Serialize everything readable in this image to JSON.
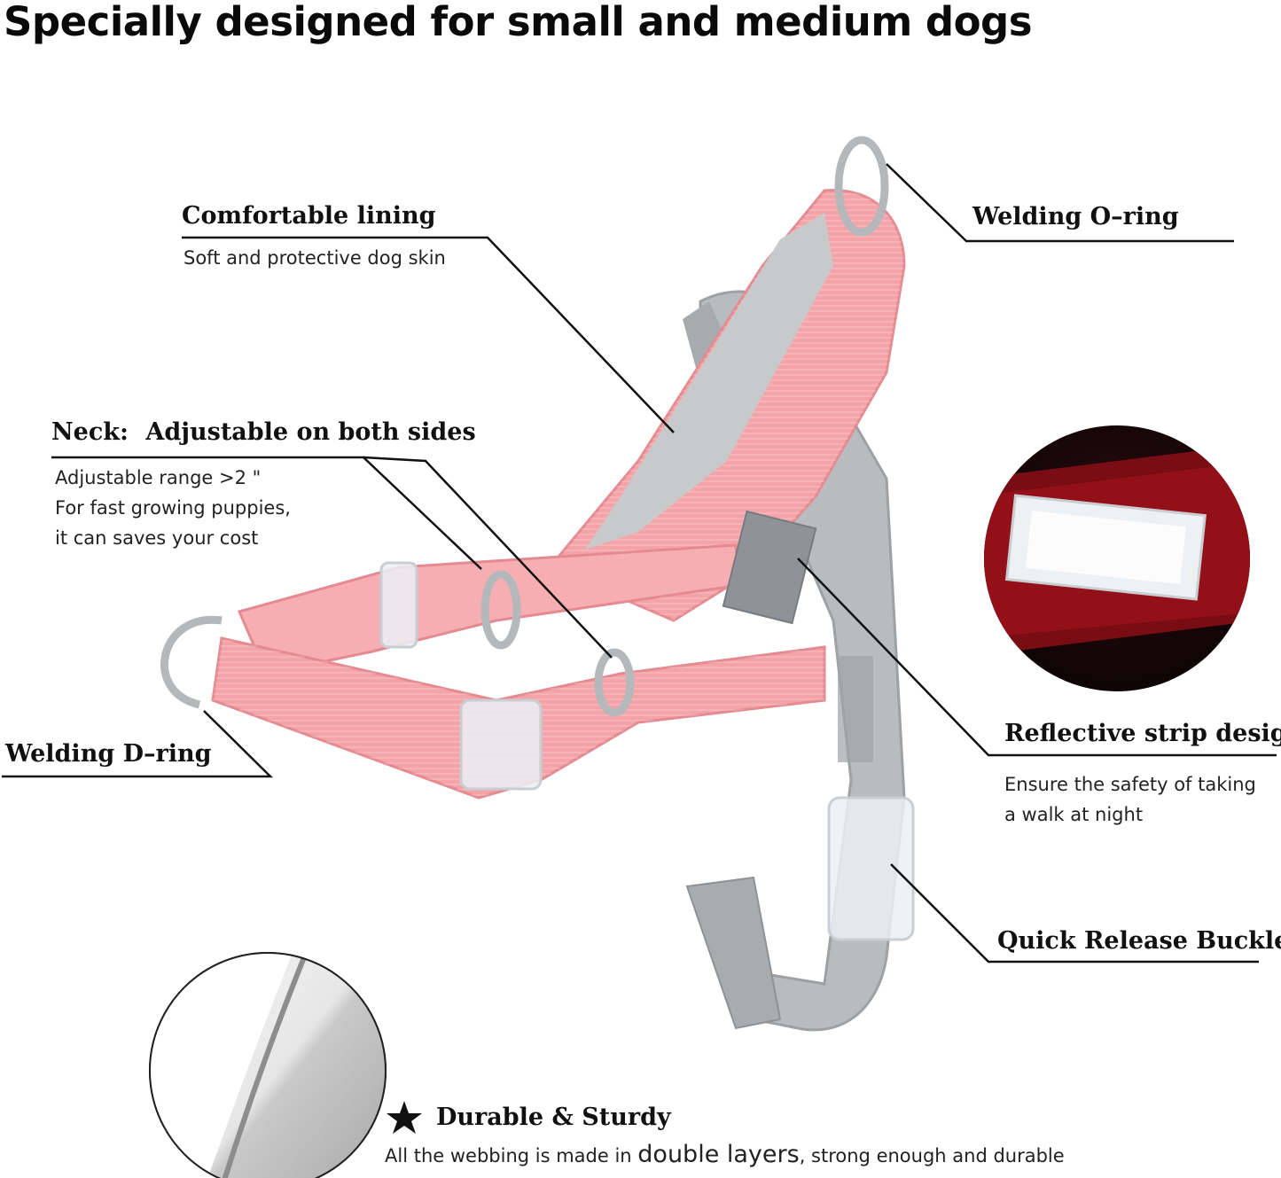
{
  "title": "Specially designed for small and medium dogs",
  "callouts": {
    "lining": {
      "label": "Comfortable lining",
      "desc": "Soft and protective dog skin"
    },
    "oring": {
      "label": "Welding O–ring"
    },
    "neck": {
      "label_key": "Neck:",
      "label": "Adjustable on both sides",
      "desc": [
        "Adjustable range >2 \"",
        "For fast growing puppies,",
        "it can saves your cost"
      ]
    },
    "dring": {
      "label": "Welding D–ring"
    },
    "reflective": {
      "label": "Reflective strip design",
      "desc": [
        "Ensure the safety of taking",
        "a walk at night"
      ]
    },
    "buckle": {
      "label": "Quick Release Buckle"
    }
  },
  "durable": {
    "label": "Durable & Sturdy",
    "desc_before": "All the webbing is made in ",
    "desc_emph": "double layers",
    "desc_after": ", strong enough and durable"
  },
  "colors": {
    "pink": "#f4a3a8",
    "grey_strap": "#b9bcbf",
    "dark_inset": "#1b0b0d",
    "red_inset": "#8a0f16"
  }
}
